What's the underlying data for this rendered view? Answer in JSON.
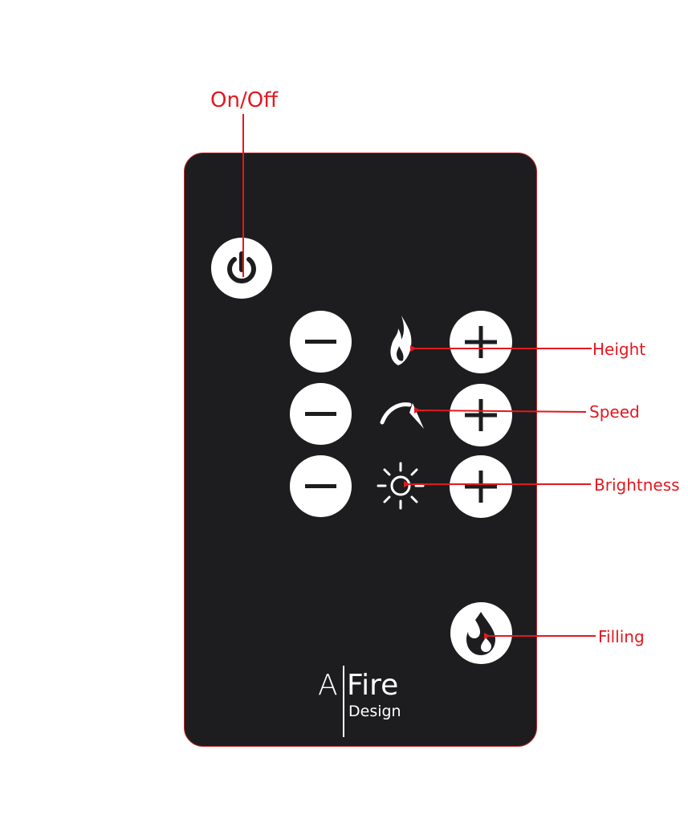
{
  "callouts": {
    "on_off": "On/Off",
    "height": "Height",
    "speed": "Speed",
    "brightness": "Brightness",
    "filling": "Filling"
  },
  "logo": {
    "brand_a": "A",
    "brand_fire": "Fire",
    "brand_design": "Design"
  },
  "colors": {
    "remote_body": "#1d1d1f",
    "button_face": "#ffffff",
    "callout_red": "#e3181f"
  },
  "icons": {
    "power": "power-icon",
    "height": "flame-icon",
    "speed": "speed-gauge-icon",
    "brightness": "sun-icon",
    "filling": "water-drop-icon",
    "minus": "minus-icon",
    "plus": "plus-icon"
  }
}
